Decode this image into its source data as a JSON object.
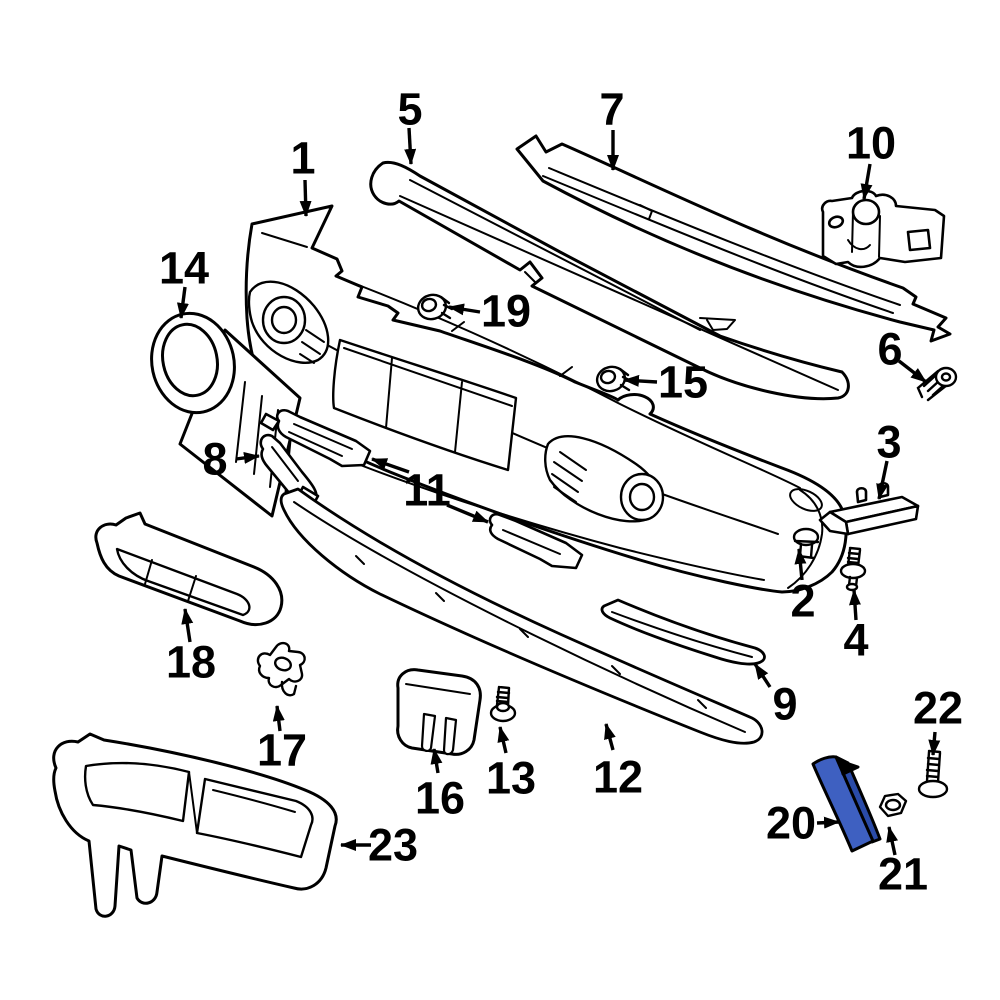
{
  "diagram": {
    "kind": "exploded-parts-diagram",
    "subject": "front-bumper-assembly",
    "background_color": "#ffffff",
    "line_color": "#000000",
    "highlight_face_color": "#3e60c1",
    "highlight_side_color": "#2a4ba8",
    "highlighted_callout": "20",
    "callouts": [
      {
        "id": 1,
        "label": "1"
      },
      {
        "id": 2,
        "label": "2"
      },
      {
        "id": 3,
        "label": "3"
      },
      {
        "id": 4,
        "label": "4"
      },
      {
        "id": 5,
        "label": "5"
      },
      {
        "id": 6,
        "label": "6"
      },
      {
        "id": 7,
        "label": "7"
      },
      {
        "id": 8,
        "label": "8"
      },
      {
        "id": 9,
        "label": "9"
      },
      {
        "id": 10,
        "label": "10"
      },
      {
        "id": 11,
        "label": "11"
      },
      {
        "id": 12,
        "label": "12"
      },
      {
        "id": 13,
        "label": "13"
      },
      {
        "id": 14,
        "label": "14"
      },
      {
        "id": 15,
        "label": "15"
      },
      {
        "id": 16,
        "label": "16"
      },
      {
        "id": 17,
        "label": "17"
      },
      {
        "id": 18,
        "label": "18"
      },
      {
        "id": 19,
        "label": "19"
      },
      {
        "id": 20,
        "label": "20"
      },
      {
        "id": 21,
        "label": "21"
      },
      {
        "id": 22,
        "label": "22"
      },
      {
        "id": 23,
        "label": "23"
      }
    ]
  }
}
